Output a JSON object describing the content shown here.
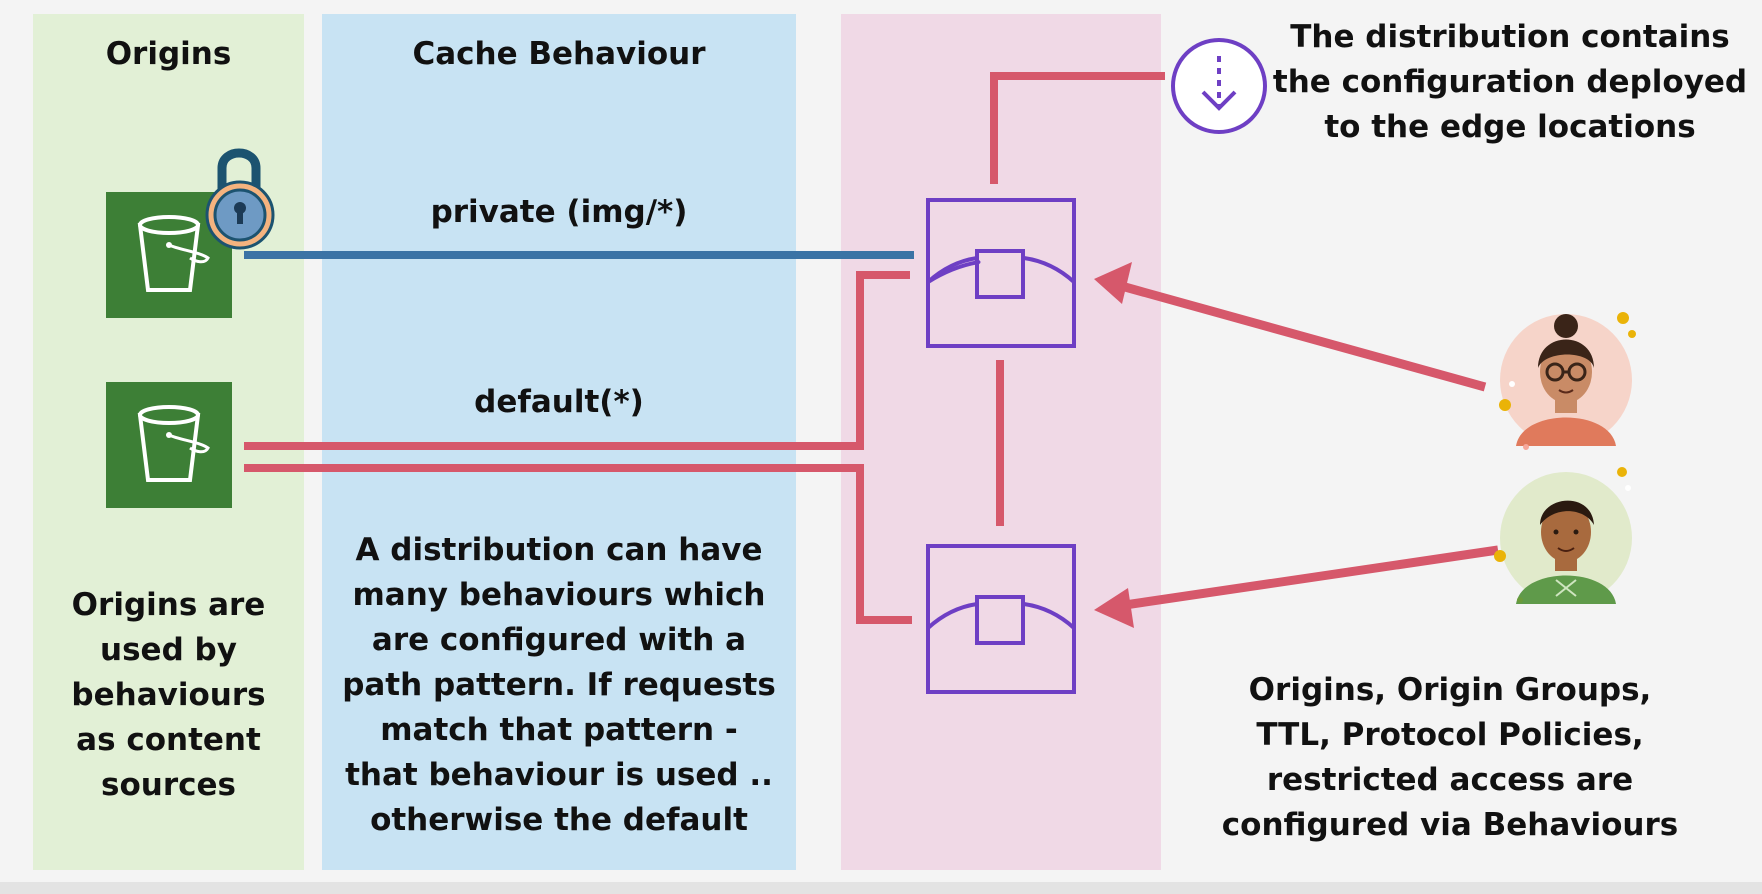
{
  "colors": {
    "origins_panel": "#e2f0d6",
    "cache_panel": "#c8e3f3",
    "distribution_panel": "#f0d9e6",
    "private_path_line": "#3b73a5",
    "default_path_line": "#d6586b",
    "edge_location_stroke": "#6e3fc4",
    "bucket_fill": "#3d7f36"
  },
  "icons": {
    "bucket": "s3-bucket-icon",
    "lock": "padlock-icon",
    "distribution": "download-arrow-circle-icon",
    "edge_location": "edge-location-icon",
    "user_1": "woman-with-glasses-avatar",
    "user_2": "man-with-green-sweater-avatar"
  },
  "origins": {
    "heading": "Origins",
    "description_lines": [
      "Origins are",
      "used by",
      "behaviours",
      "as content",
      "sources"
    ]
  },
  "cache_behaviour": {
    "heading": "Cache Behaviour",
    "private_label": "private (img/*)",
    "default_label": "default(*)",
    "description_lines": [
      "A distribution can have",
      "many behaviours which",
      "are configured with a",
      "path pattern. If requests",
      "match that pattern -",
      "that behaviour is used ..",
      "otherwise the default"
    ]
  },
  "distribution": {
    "note_lines": [
      "The distribution contains",
      "the configuration deployed",
      "to the edge locations"
    ]
  },
  "behaviours_note": {
    "lines": [
      "Origins, Origin Groups,",
      "TTL, Protocol Policies,",
      "restricted access are",
      "configured via Behaviours"
    ]
  }
}
